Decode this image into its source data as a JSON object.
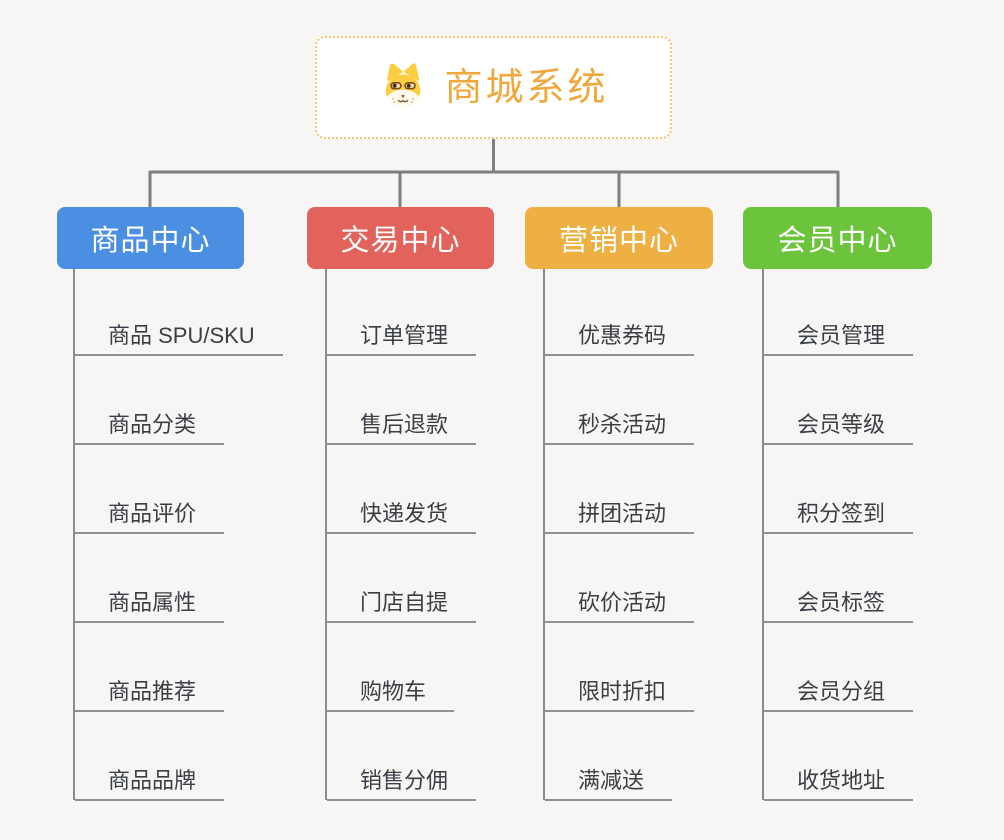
{
  "root": {
    "title": "商城系统",
    "icon": "dog-face-icon",
    "accent_color": "#f0a83c",
    "border_color": "#f4c473"
  },
  "connector_color": "#7f7f7f",
  "branches": [
    {
      "label": "商品中心",
      "color": "#4b8fe2",
      "items": [
        "商品 SPU/SKU",
        "商品分类",
        "商品评价",
        "商品属性",
        "商品推荐",
        "商品品牌"
      ]
    },
    {
      "label": "交易中心",
      "color": "#e2635c",
      "items": [
        "订单管理",
        "售后退款",
        "快递发货",
        "门店自提",
        "购物车",
        "销售分佣"
      ]
    },
    {
      "label": "营销中心",
      "color": "#efb043",
      "items": [
        "优惠券码",
        "秒杀活动",
        "拼团活动",
        "砍价活动",
        "限时折扣",
        "满减送"
      ]
    },
    {
      "label": "会员中心",
      "color": "#6cc43c",
      "items": [
        "会员管理",
        "会员等级",
        "积分签到",
        "会员标签",
        "会员分组",
        "收货地址"
      ]
    }
  ]
}
